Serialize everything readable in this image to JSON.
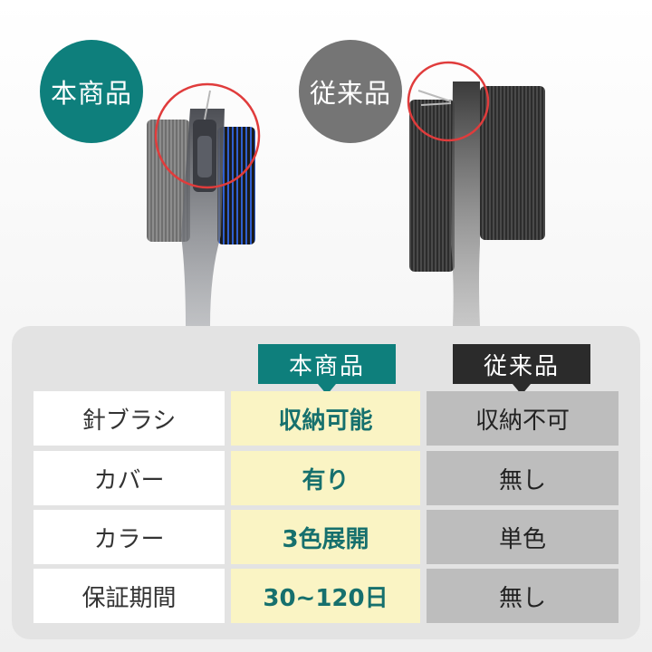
{
  "badges": {
    "new": "本商品",
    "old": "従来品"
  },
  "table": {
    "header_new": "本商品",
    "header_old": "従来品",
    "rows": [
      {
        "feature": "針ブラシ",
        "new": "収納可能",
        "old": "収納不可"
      },
      {
        "feature": "カバー",
        "new": "有り",
        "old": "無し"
      },
      {
        "feature": "カラー",
        "new": "3色展開",
        "old": "単色"
      },
      {
        "feature": "保証期間",
        "new": "30~120日",
        "old": "無し"
      }
    ]
  },
  "colors": {
    "teal": "#0e7f7c",
    "gray_badge": "#757575",
    "highlight_red": "#e03c3c",
    "new_cell_bg": "#faf4c4",
    "old_cell_bg": "#bdbdbd"
  }
}
